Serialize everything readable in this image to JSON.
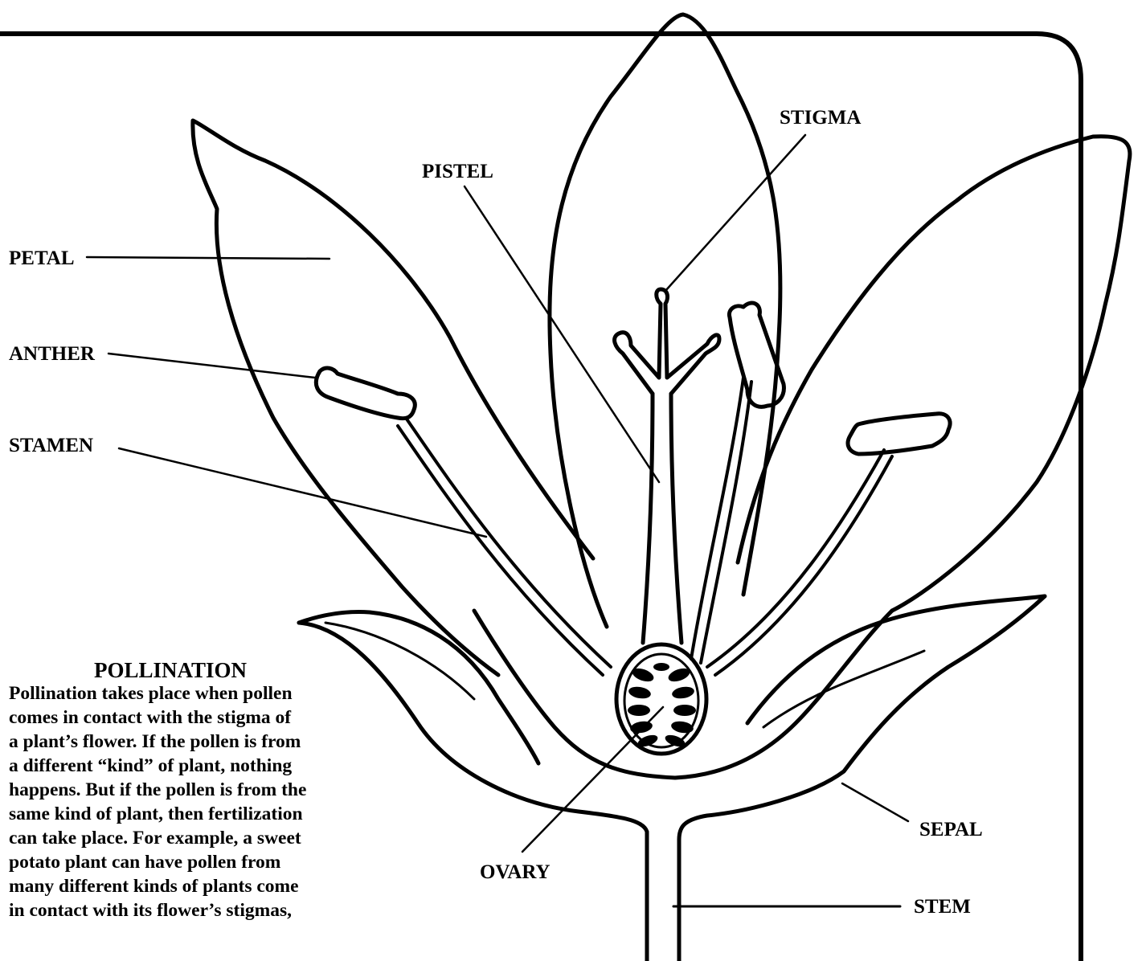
{
  "labels": {
    "petal": "PETAL",
    "anther": "ANTHER",
    "stamen": "STAMEN",
    "pistel": "PISTEL",
    "stigma": "STIGMA",
    "ovary": "OVARY",
    "sepal": "SEPAL",
    "stem": "STEM"
  },
  "text_box": {
    "title": "POLLINATION",
    "lines": [
      "Pollination takes place when pollen",
      "comes in contact with the stigma of",
      "a plant’s flower. If the pollen is from",
      "a different “kind” of plant, nothing",
      "happens. But if the pollen is from the",
      "same kind of plant, then fertilization",
      "can take place. For example, a sweet",
      "potato plant can have pollen from",
      "many different kinds of plants come",
      "in contact with its flower’s stigmas,"
    ]
  },
  "colors": {
    "ink": "#000000",
    "paper": "#ffffff"
  }
}
